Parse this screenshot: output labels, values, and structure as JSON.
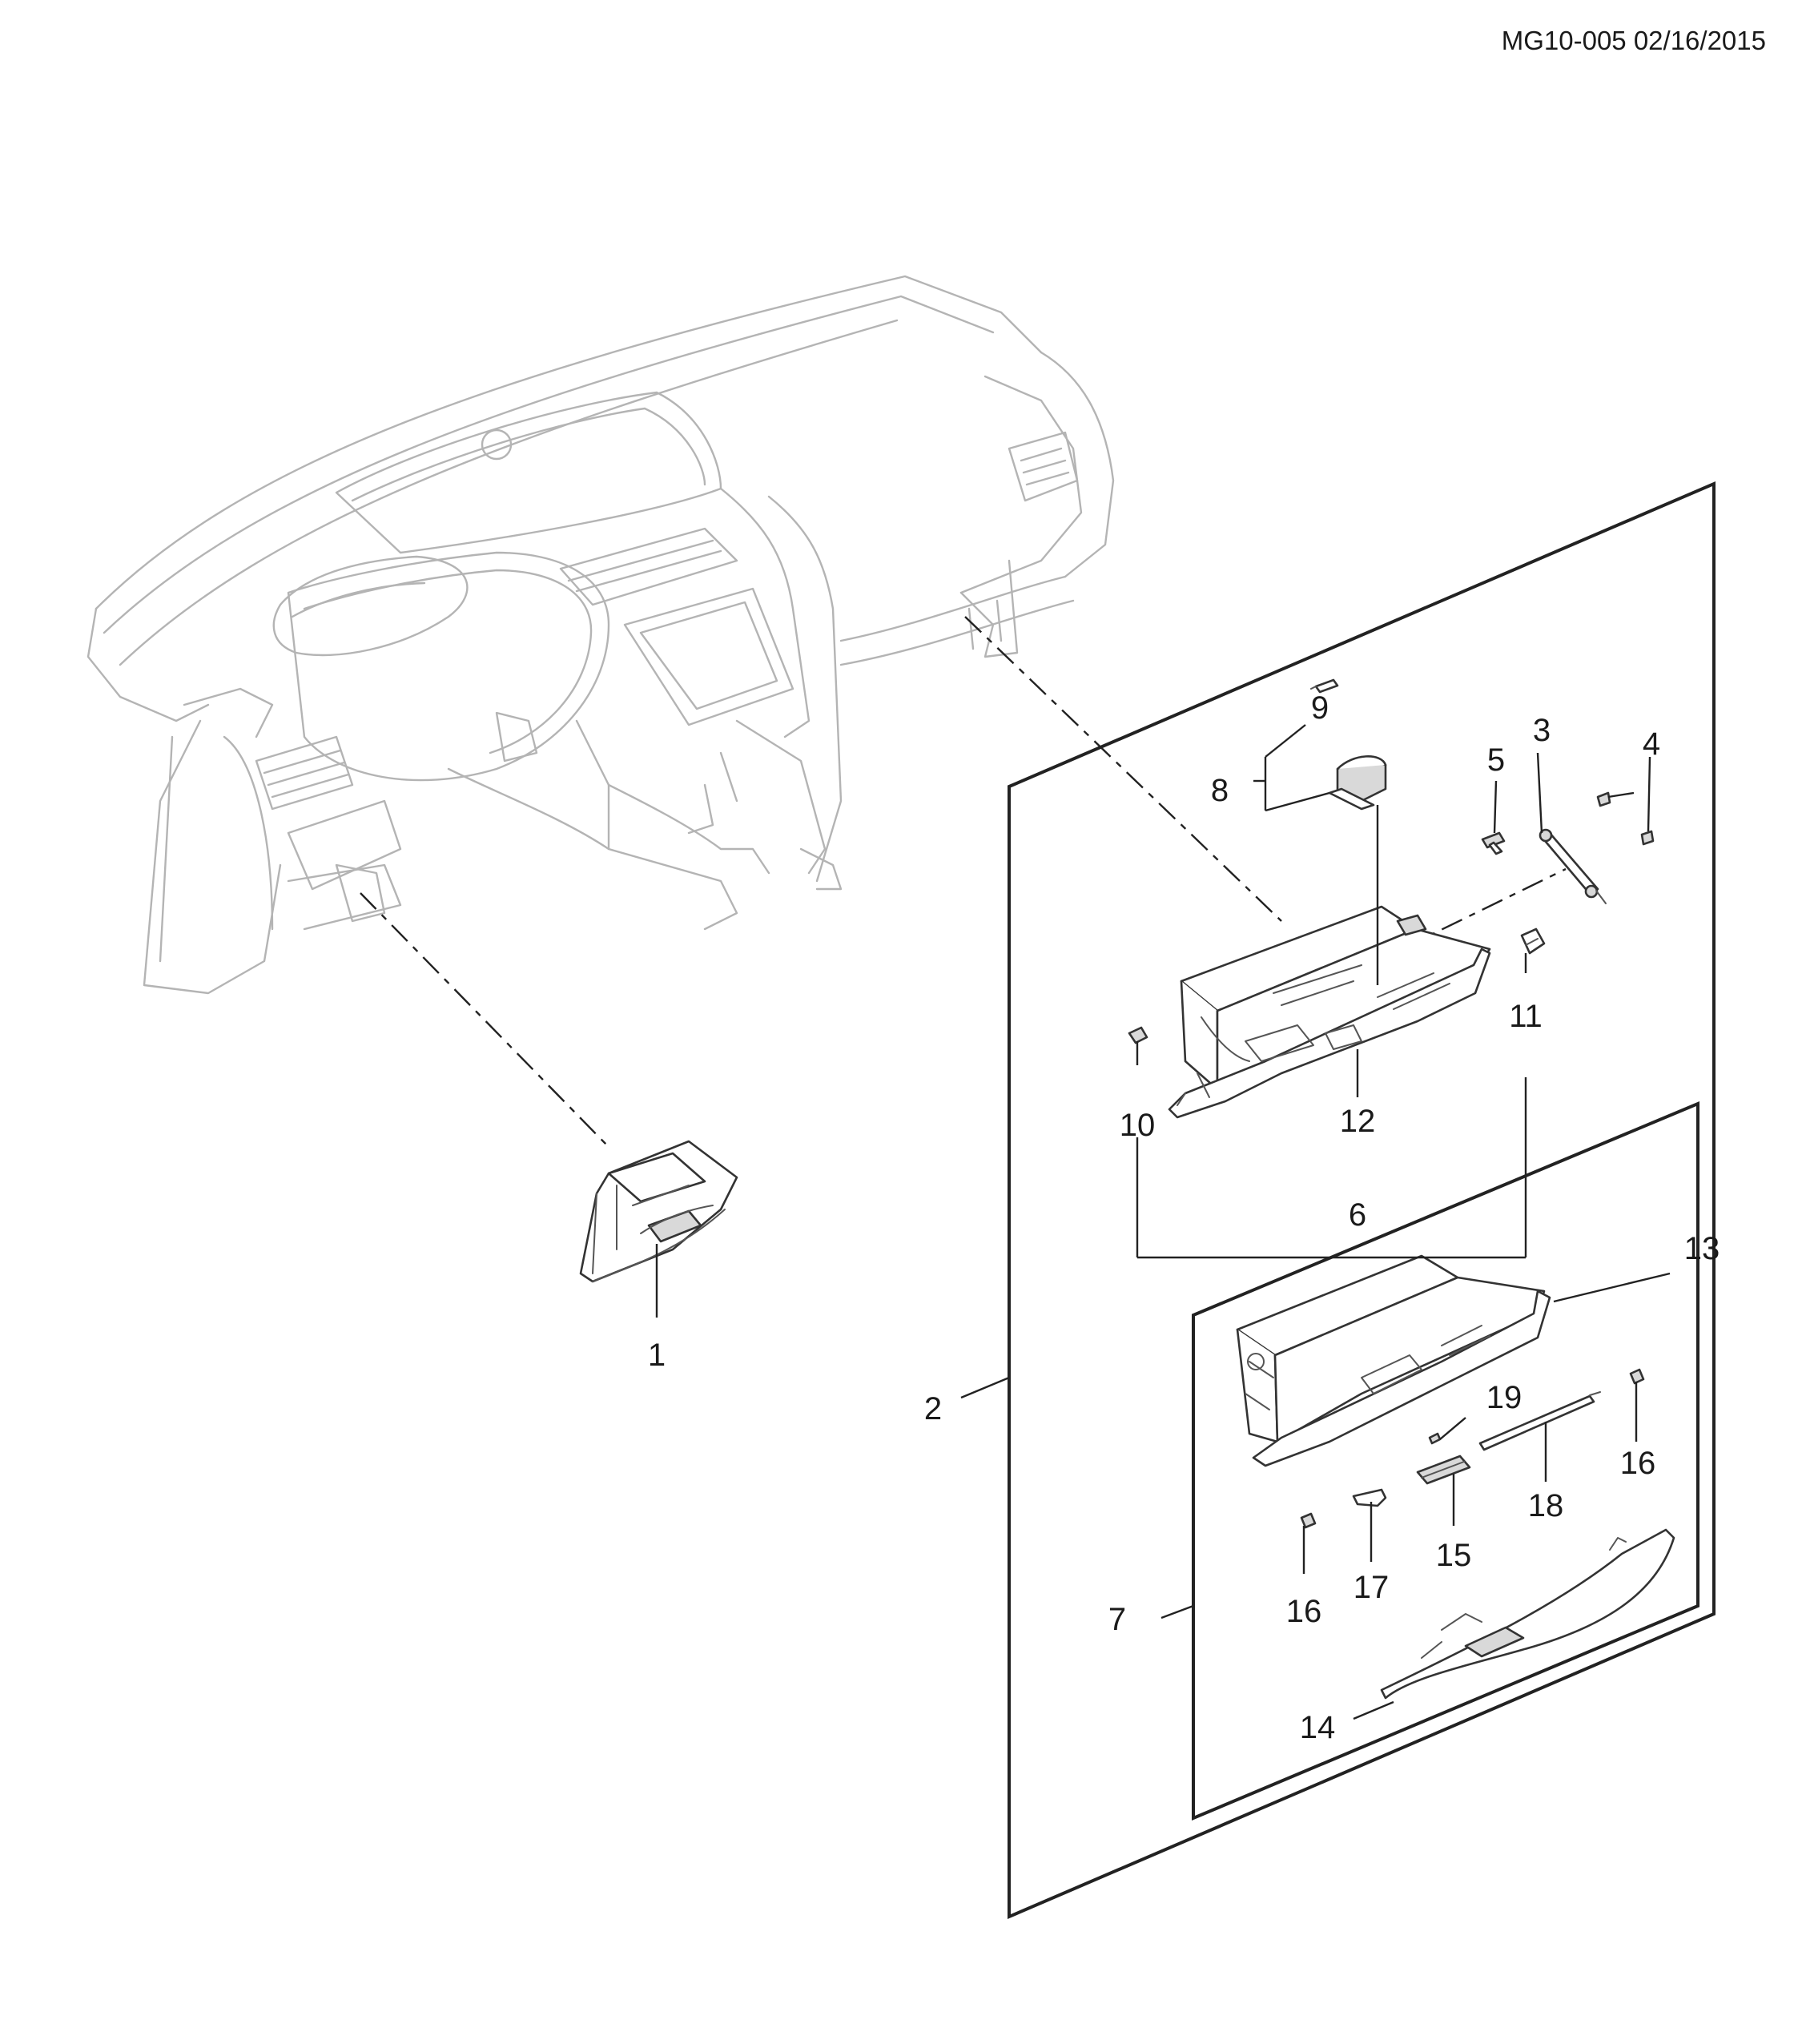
{
  "header": {
    "code": "MG10-005 02/16/2015"
  },
  "callouts": {
    "c1": "1",
    "c2": "2",
    "c3": "3",
    "c4a": "4",
    "c5": "5",
    "c6": "6",
    "c7": "7",
    "c8": "8",
    "c9": "9",
    "c10": "10",
    "c11": "11",
    "c12": "12",
    "c13": "13",
    "c14": "14",
    "c15": "15",
    "c16a": "16",
    "c16b": "16",
    "c17": "17",
    "c18": "18",
    "c19": "19"
  }
}
